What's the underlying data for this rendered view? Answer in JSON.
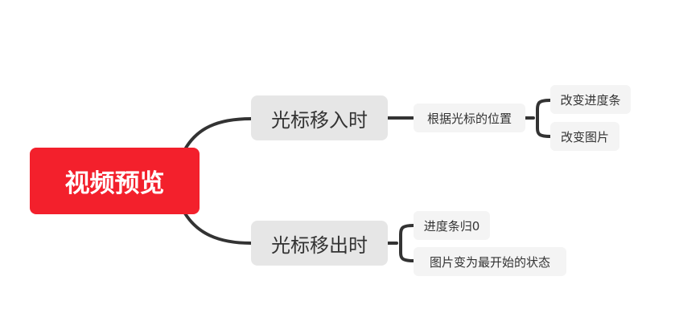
{
  "mindmap": {
    "root": {
      "label": "视频预览"
    },
    "branches": [
      {
        "label": "光标移入时",
        "children": [
          {
            "label": "根据光标的位置",
            "children": [
              {
                "label": "改变进度条"
              },
              {
                "label": "改变图片"
              }
            ]
          }
        ]
      },
      {
        "label": "光标移出时",
        "children": [
          {
            "label": "进度条归0"
          },
          {
            "label": "图片变为最开始的状态"
          }
        ]
      }
    ]
  },
  "colors": {
    "root_fill": "#f3202c",
    "root_text": "#ffffff",
    "main_fill": "#e6e6e6",
    "sub_fill": "#f4f4f4",
    "text": "#333333",
    "connector": "#333333"
  }
}
